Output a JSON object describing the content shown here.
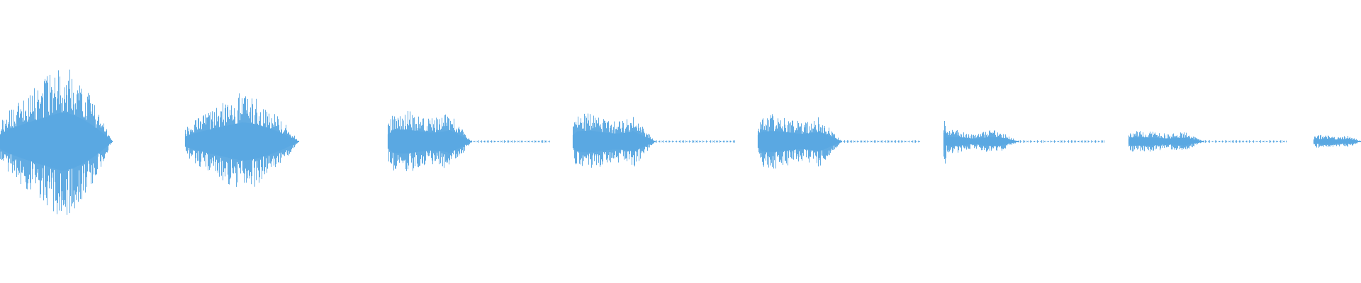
{
  "waveform": {
    "color": "#5aa8e2",
    "background": "#ffffff",
    "segments": [
      {
        "index": 1,
        "peak_level": 0.92
      },
      {
        "index": 2,
        "peak_level": 0.6
      },
      {
        "index": 3,
        "peak_level": 0.38
      },
      {
        "index": 4,
        "peak_level": 0.34
      },
      {
        "index": 5,
        "peak_level": 0.33
      },
      {
        "index": 6,
        "peak_level": 0.27
      },
      {
        "index": 7,
        "peak_level": 0.13
      },
      {
        "index": 8,
        "peak_level": 0.08
      }
    ]
  }
}
